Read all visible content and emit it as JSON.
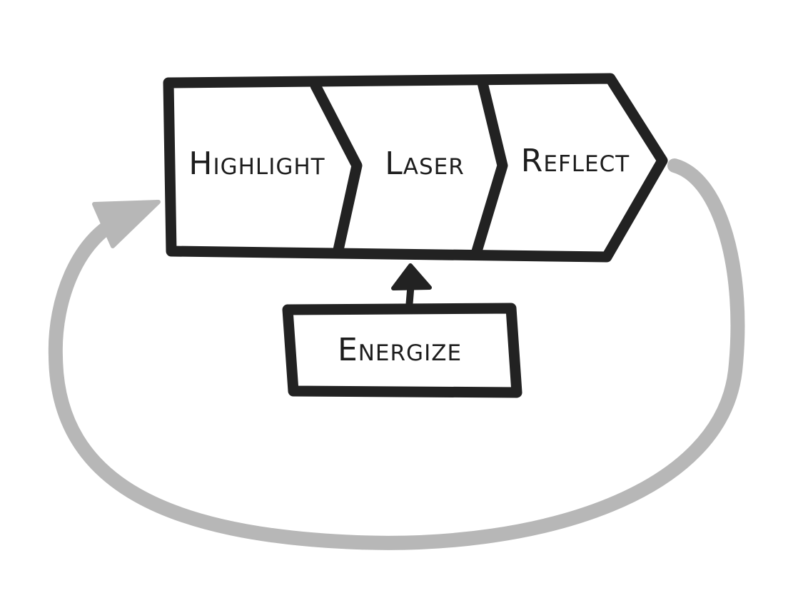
{
  "colors": {
    "ink": "#222222",
    "loop_arrow": "#b7b7b7",
    "background": "#ffffff"
  },
  "steps": [
    {
      "label": "Highlight"
    },
    {
      "label": "Laser"
    },
    {
      "label": "Reflect"
    }
  ],
  "input": {
    "label": "Energize"
  }
}
